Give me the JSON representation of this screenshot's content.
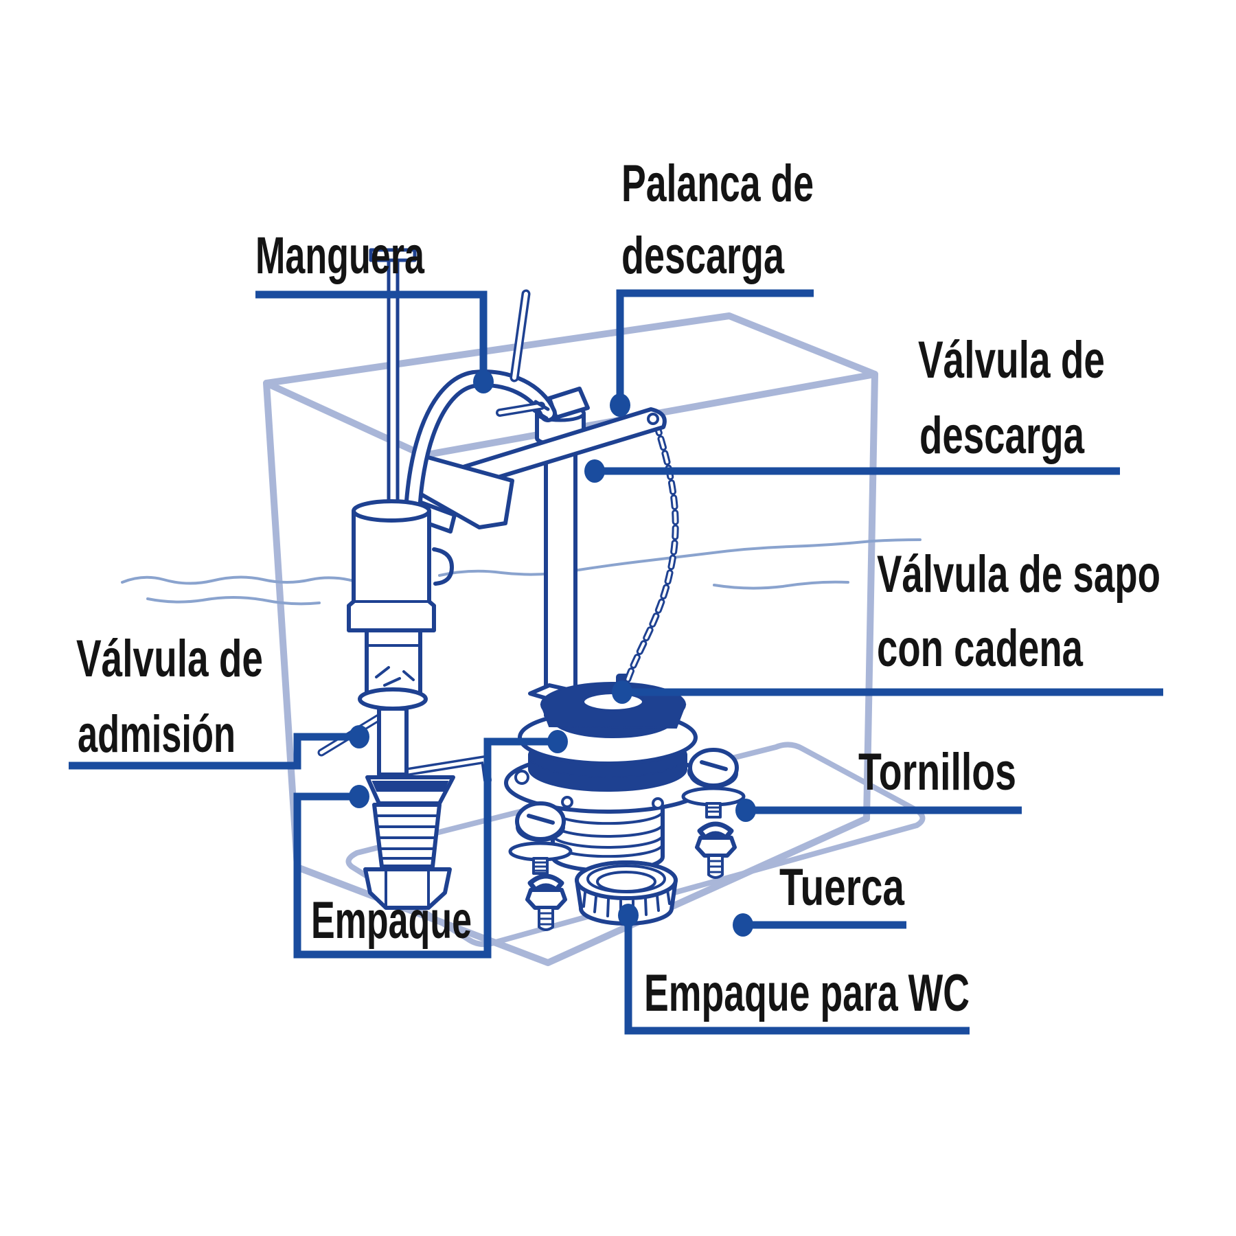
{
  "diagram": {
    "type": "labeled-parts-diagram",
    "subject": "toilet tank internal components (exploded technical illustration)",
    "labels": {
      "manguera": {
        "text": "Manguera"
      },
      "palanca": {
        "line1": "Palanca de",
        "line2": "descarga"
      },
      "valvula_descarga": {
        "line1": "Válvula de",
        "line2": "descarga"
      },
      "valvula_sapo": {
        "line1": "Válvula de sapo",
        "line2": "con cadena"
      },
      "tornillos": {
        "text": "Tornillos"
      },
      "tuerca": {
        "text": "Tuerca"
      },
      "valvula_admision": {
        "line1": "Válvula de",
        "line2": "admisión"
      },
      "empaque": {
        "text": "Empaque"
      },
      "empaque_wc": {
        "text": "Empaque para WC"
      }
    },
    "colors": {
      "ink": "#1e4191",
      "leader": "#1a4c9e",
      "tank": "#a9b6d8",
      "water": "#8aa3ce",
      "text": "#141414",
      "bg": "#ffffff"
    }
  }
}
